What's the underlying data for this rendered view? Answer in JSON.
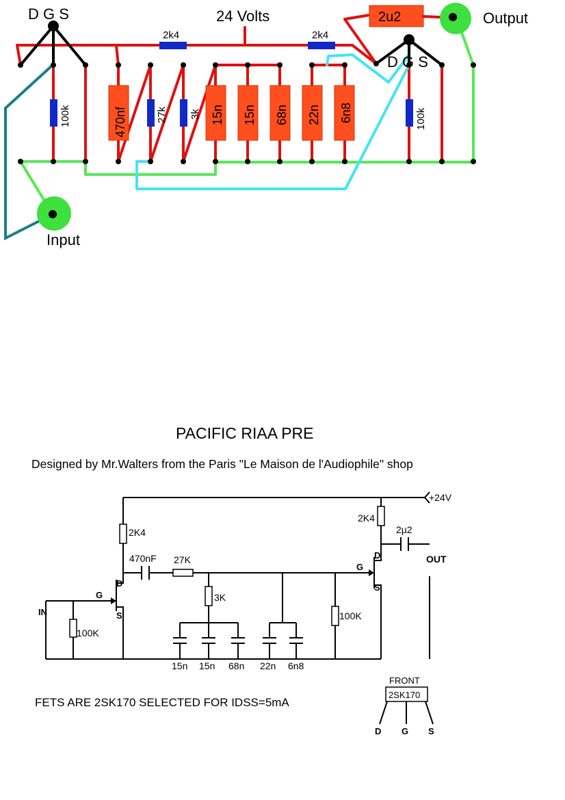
{
  "layout": {
    "supply": "24 Volts",
    "fet_left": "D G S",
    "fet_right": "D G S",
    "r_top_left": "2k4",
    "r_top_right": "2k4",
    "c_out": "2u2",
    "output": "Output",
    "input": "Input",
    "r_in": "100k",
    "c_470": "470nf",
    "r_27": "27k",
    "r_3": "3k",
    "c1": "15n",
    "c2": "15n",
    "c3": "68n",
    "c4": "22n",
    "c5": "6n8",
    "r_out": "100k"
  },
  "schematic": {
    "title": "PACIFIC RIAA PRE",
    "subtitle": "Designed by Mr.Walters from the Paris \"Le Maison de l'Audiophile\" shop",
    "supply": "+24V",
    "r_drain1": "2K4",
    "r_drain2": "2K4",
    "c_coupling": "470nF",
    "r_series": "27K",
    "r_shunt": "3K",
    "c_out": "2µ2",
    "out": "OUT",
    "in": "IN",
    "r_in": "100K",
    "r_bias": "100K",
    "gate1": "G",
    "drain1": "D",
    "source1": "S",
    "gate2": "G",
    "drain2": "D",
    "source2": "S",
    "caps": [
      "15n",
      "15n",
      "68n",
      "22n",
      "6n8"
    ],
    "note": "FETS ARE 2SK170 SELECTED FOR IDSS=5mA",
    "pinout": {
      "front": "FRONT",
      "part": "2SK170",
      "d": "D",
      "g": "G",
      "s": "S"
    }
  }
}
